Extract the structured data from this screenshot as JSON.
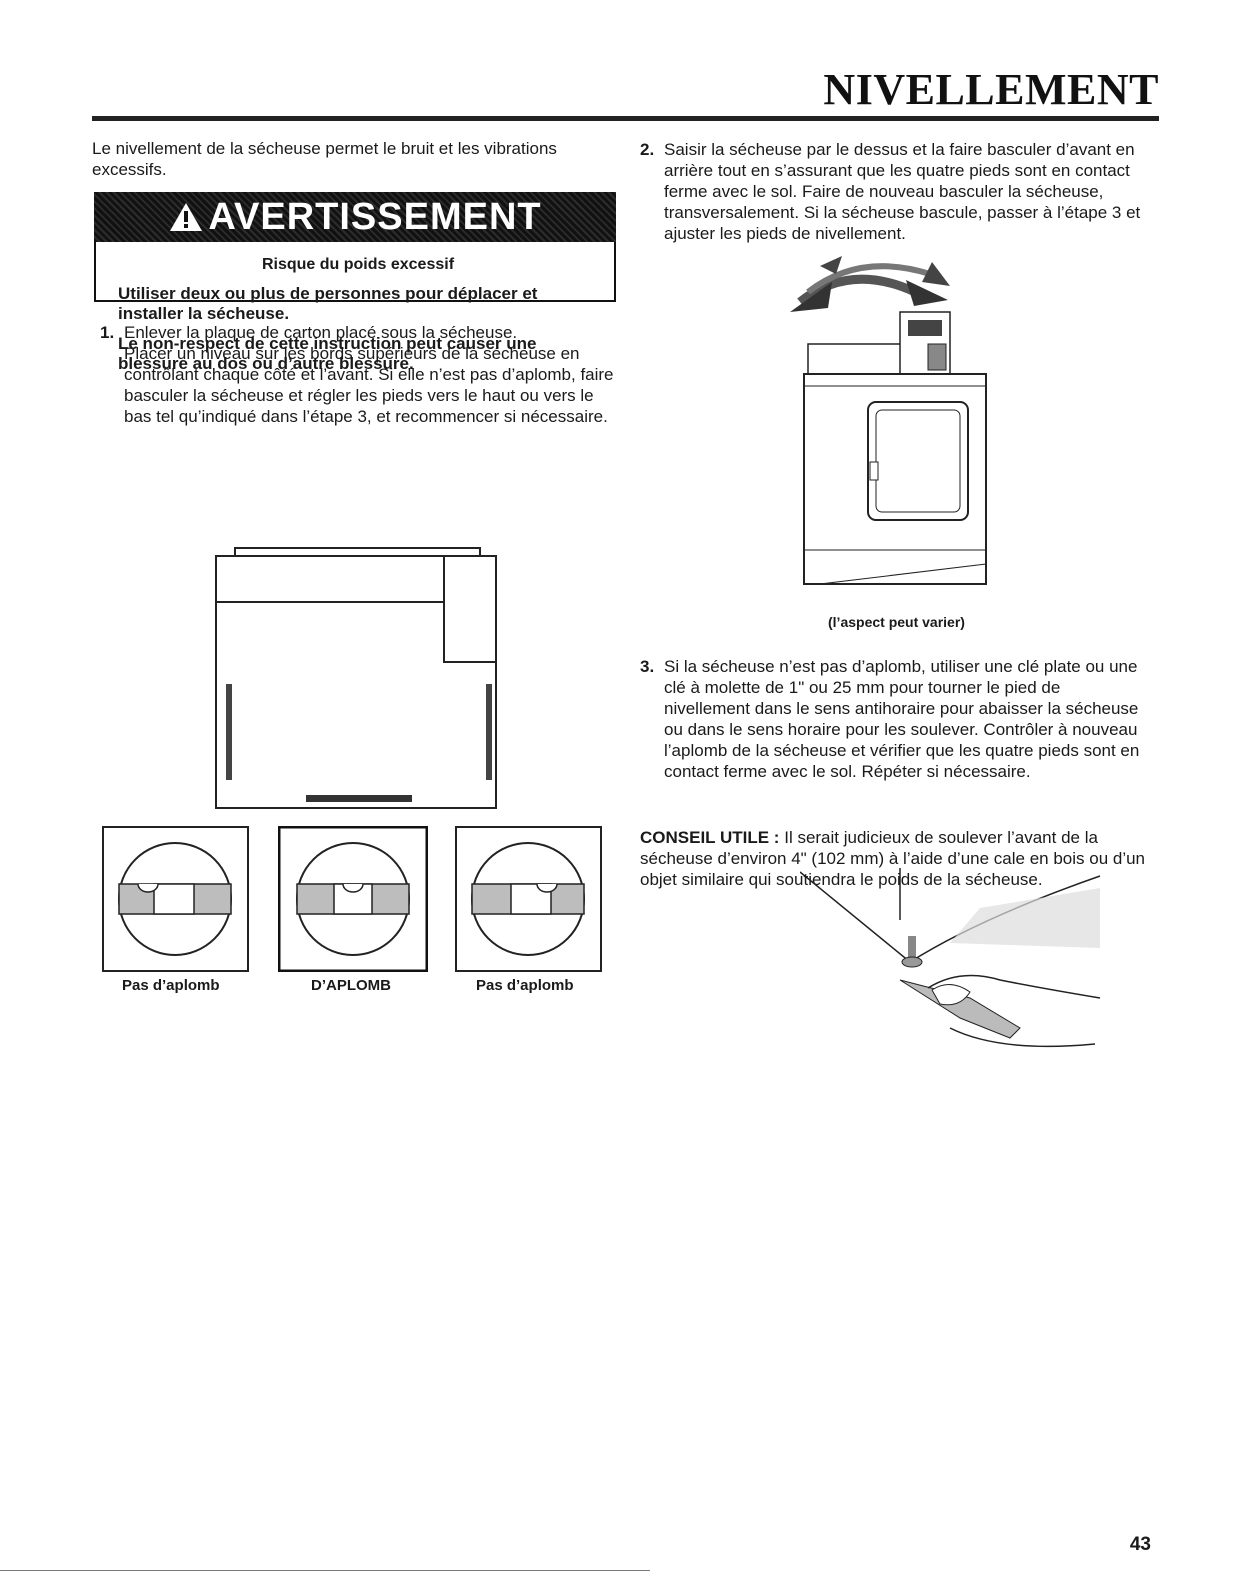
{
  "header": {
    "title": "NIVELLEMENT"
  },
  "intro": "Le nivellement de la sécheuse permet le bruit et les vibrations excessifs.",
  "warning": {
    "label": "AVERTISSEMENT",
    "risk": "Risque du poids excessif",
    "line1": "Utiliser deux ou plus de personnes pour déplacer et installer la sécheuse.",
    "line2": "Le non-respect de cette instruction peut causer une blessure au dos ou d’autre blessure."
  },
  "steps": [
    {
      "num": "1.",
      "lines": [
        "Enlever la plaque de carton placé sous la sécheuse.",
        "Placer un niveau sur les bords supérieurs de la sécheuse en contrôlant chaque côté et l’avant. Si elle n’est pas d’aplomb, faire basculer la sécheuse et régler les pieds vers le haut ou vers le bas tel qu’indiqué dans l’étape 3, et recommencer si nécessaire."
      ]
    },
    {
      "num": "2.",
      "text": "Saisir la sécheuse par le dessus et la faire basculer d’avant en arrière tout en s’assurant que les quatre pieds sont en contact ferme avec le sol. Faire de nouveau basculer la sécheuse, transversalement. Si la sécheuse bascule, passer à l’étape 3 et ajuster les pieds de nivellement."
    },
    {
      "num": "3.",
      "text": "Si la sécheuse n’est pas d’aplomb, utiliser une clé plate ou une clé à molette de 1\" ou 25 mm pour tourner le pied de nivellement dans le sens antihoraire pour abaisser la sécheuse ou dans le sens horaire pour les soulever. Contrôler à nouveau l’aplomb de la sécheuse et vérifier que les quatre pieds sont en contact ferme avec le sol. Répéter si nécessaire."
    }
  ],
  "tip": {
    "label": "CONSEIL UTILE :",
    "text": "Il serait judicieux de soulever l’avant de la sécheuse d’environ 4\" (102 mm) à l’aide d’une cale en bois ou d’un objet similaire qui soutiendra le poids de la sécheuse."
  },
  "captions": {
    "level_left": "Pas d’aplomb",
    "level_center": "D’APLOMB",
    "level_right": "Pas d’aplomb",
    "dryer": "(l’aspect peut varier)"
  },
  "page_number": "43"
}
